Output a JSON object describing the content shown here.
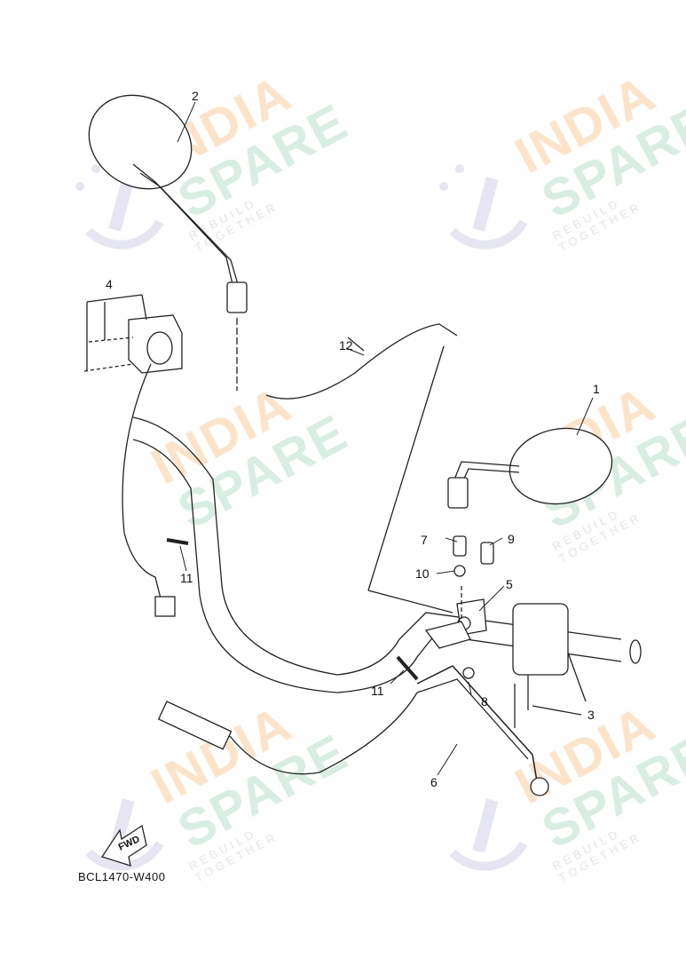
{
  "diagram": {
    "type": "exploded-parts-diagram",
    "subject": "handlebar, mirrors, switches and clutch lever assembly",
    "diagram_code": "BCL1470-W400",
    "direction_badge": "FWD",
    "callouts": [
      {
        "num": "1",
        "part": "right-mirror"
      },
      {
        "num": "2",
        "part": "left-mirror"
      },
      {
        "num": "3",
        "part": "right-handlebar-switch"
      },
      {
        "num": "4",
        "part": "left-handlebar-switch"
      },
      {
        "num": "5",
        "part": "lever-holder"
      },
      {
        "num": "6",
        "part": "lever"
      },
      {
        "num": "7",
        "part": "pivot-bolt"
      },
      {
        "num": "8",
        "part": "nut"
      },
      {
        "num": "9",
        "part": "bolt"
      },
      {
        "num": "10",
        "part": "washer"
      },
      {
        "num": "11",
        "part": "band"
      },
      {
        "num": "11",
        "part": "band"
      },
      {
        "num": "12",
        "part": "cable"
      }
    ]
  },
  "watermark": {
    "line1": "INDIA",
    "line2": "SPARE",
    "tagline": "REBUILD TOGETHER",
    "colors": {
      "india": "#fde3c8",
      "spare": "#d8eee2",
      "icon": "#e6e6f2"
    }
  }
}
